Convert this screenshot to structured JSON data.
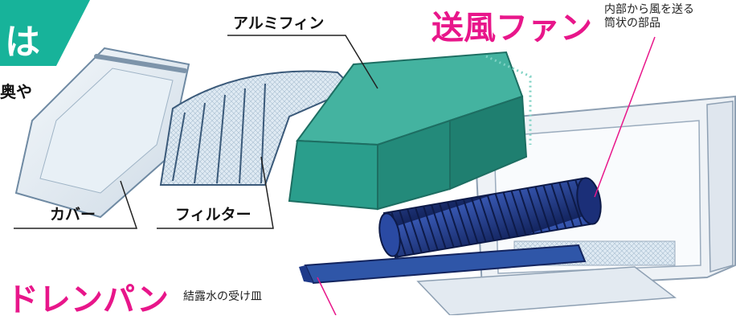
{
  "banner": {
    "text": "は",
    "color": "#17b39a"
  },
  "partial_text": "奥や",
  "labels": {
    "aluminum_fin": "アルミフィン",
    "cover": "カバー",
    "filter": "フィルター"
  },
  "fan": {
    "title": "送風ファン",
    "desc_line1": "内部から風を送る",
    "desc_line2": "筒状の部品"
  },
  "drain": {
    "title": "ドレンパン",
    "desc": "結露水の受け皿"
  },
  "colors": {
    "accent_pink": "#e8168a",
    "teal_fin": "#2a9e8c",
    "navy_fan": "#1f3a8a"
  }
}
